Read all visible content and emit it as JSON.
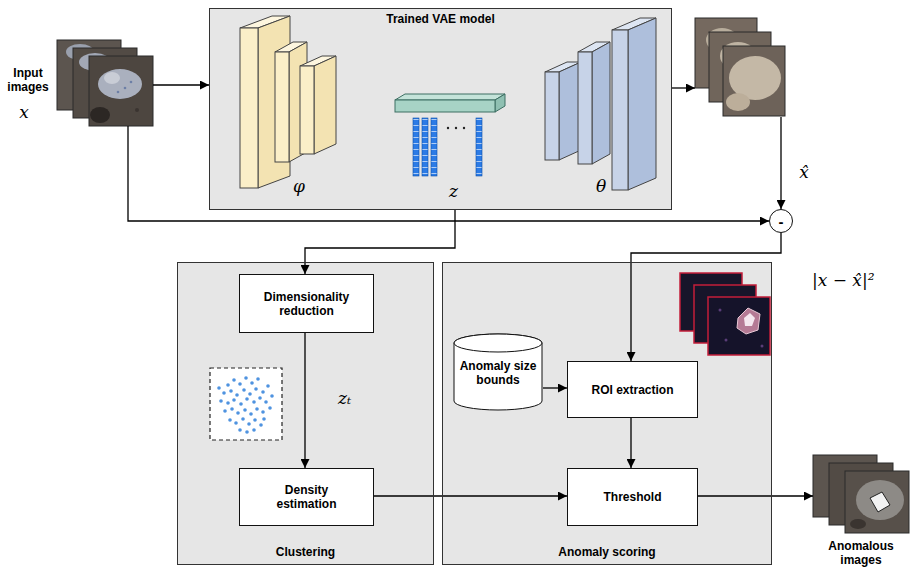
{
  "diagram": {
    "nodes": [
      {
        "text": [
          "Input images",
          "x"
        ]
      },
      {
        "text": [
          "Trained VAE model"
        ]
      },
      {
        "text": [
          "x̂"
        ]
      },
      {
        "text": [
          "-"
        ]
      },
      {
        "text": [
          "Clustering"
        ]
      },
      {
        "text": [
          "Dimensionality reduction"
        ],
        "in": 4
      },
      {
        "text": [
          "Density estimation"
        ],
        "in": 4
      },
      {
        "text": [
          "Anomaly scoring"
        ]
      },
      {
        "text": [
          "Anomaly size bounds"
        ],
        "in": 7
      },
      {
        "text": [
          "ROI extraction"
        ],
        "in": 7
      },
      {
        "text": [
          "Threshold"
        ],
        "in": 7
      },
      {
        "text": [
          "Anomalous images"
        ]
      }
    ],
    "edges": [
      {
        "from": 0,
        "to": 1,
        "arrow": "to"
      },
      {
        "from": 1,
        "to": 2,
        "arrow": "to"
      },
      {
        "from": 2,
        "to": 3,
        "arrow": "to"
      },
      {
        "from": 0,
        "to": 3,
        "arrow": "to"
      },
      {
        "from": 1,
        "to": 5,
        "arrow": "to"
      },
      {
        "from": 3,
        "to": 9,
        "arrow": "to"
      },
      {
        "from": 5,
        "to": 6,
        "arrow": "to"
      },
      {
        "from": 6,
        "to": 10,
        "arrow": "to"
      },
      {
        "from": 8,
        "to": 9,
        "arrow": "to"
      },
      {
        "from": 9,
        "to": 10,
        "arrow": "to"
      },
      {
        "from": 10,
        "to": 11,
        "arrow": "to"
      }
    ],
    "labels": [
      "φ",
      "z",
      "θ",
      "zₜ",
      "|x − x̂|²"
    ]
  }
}
